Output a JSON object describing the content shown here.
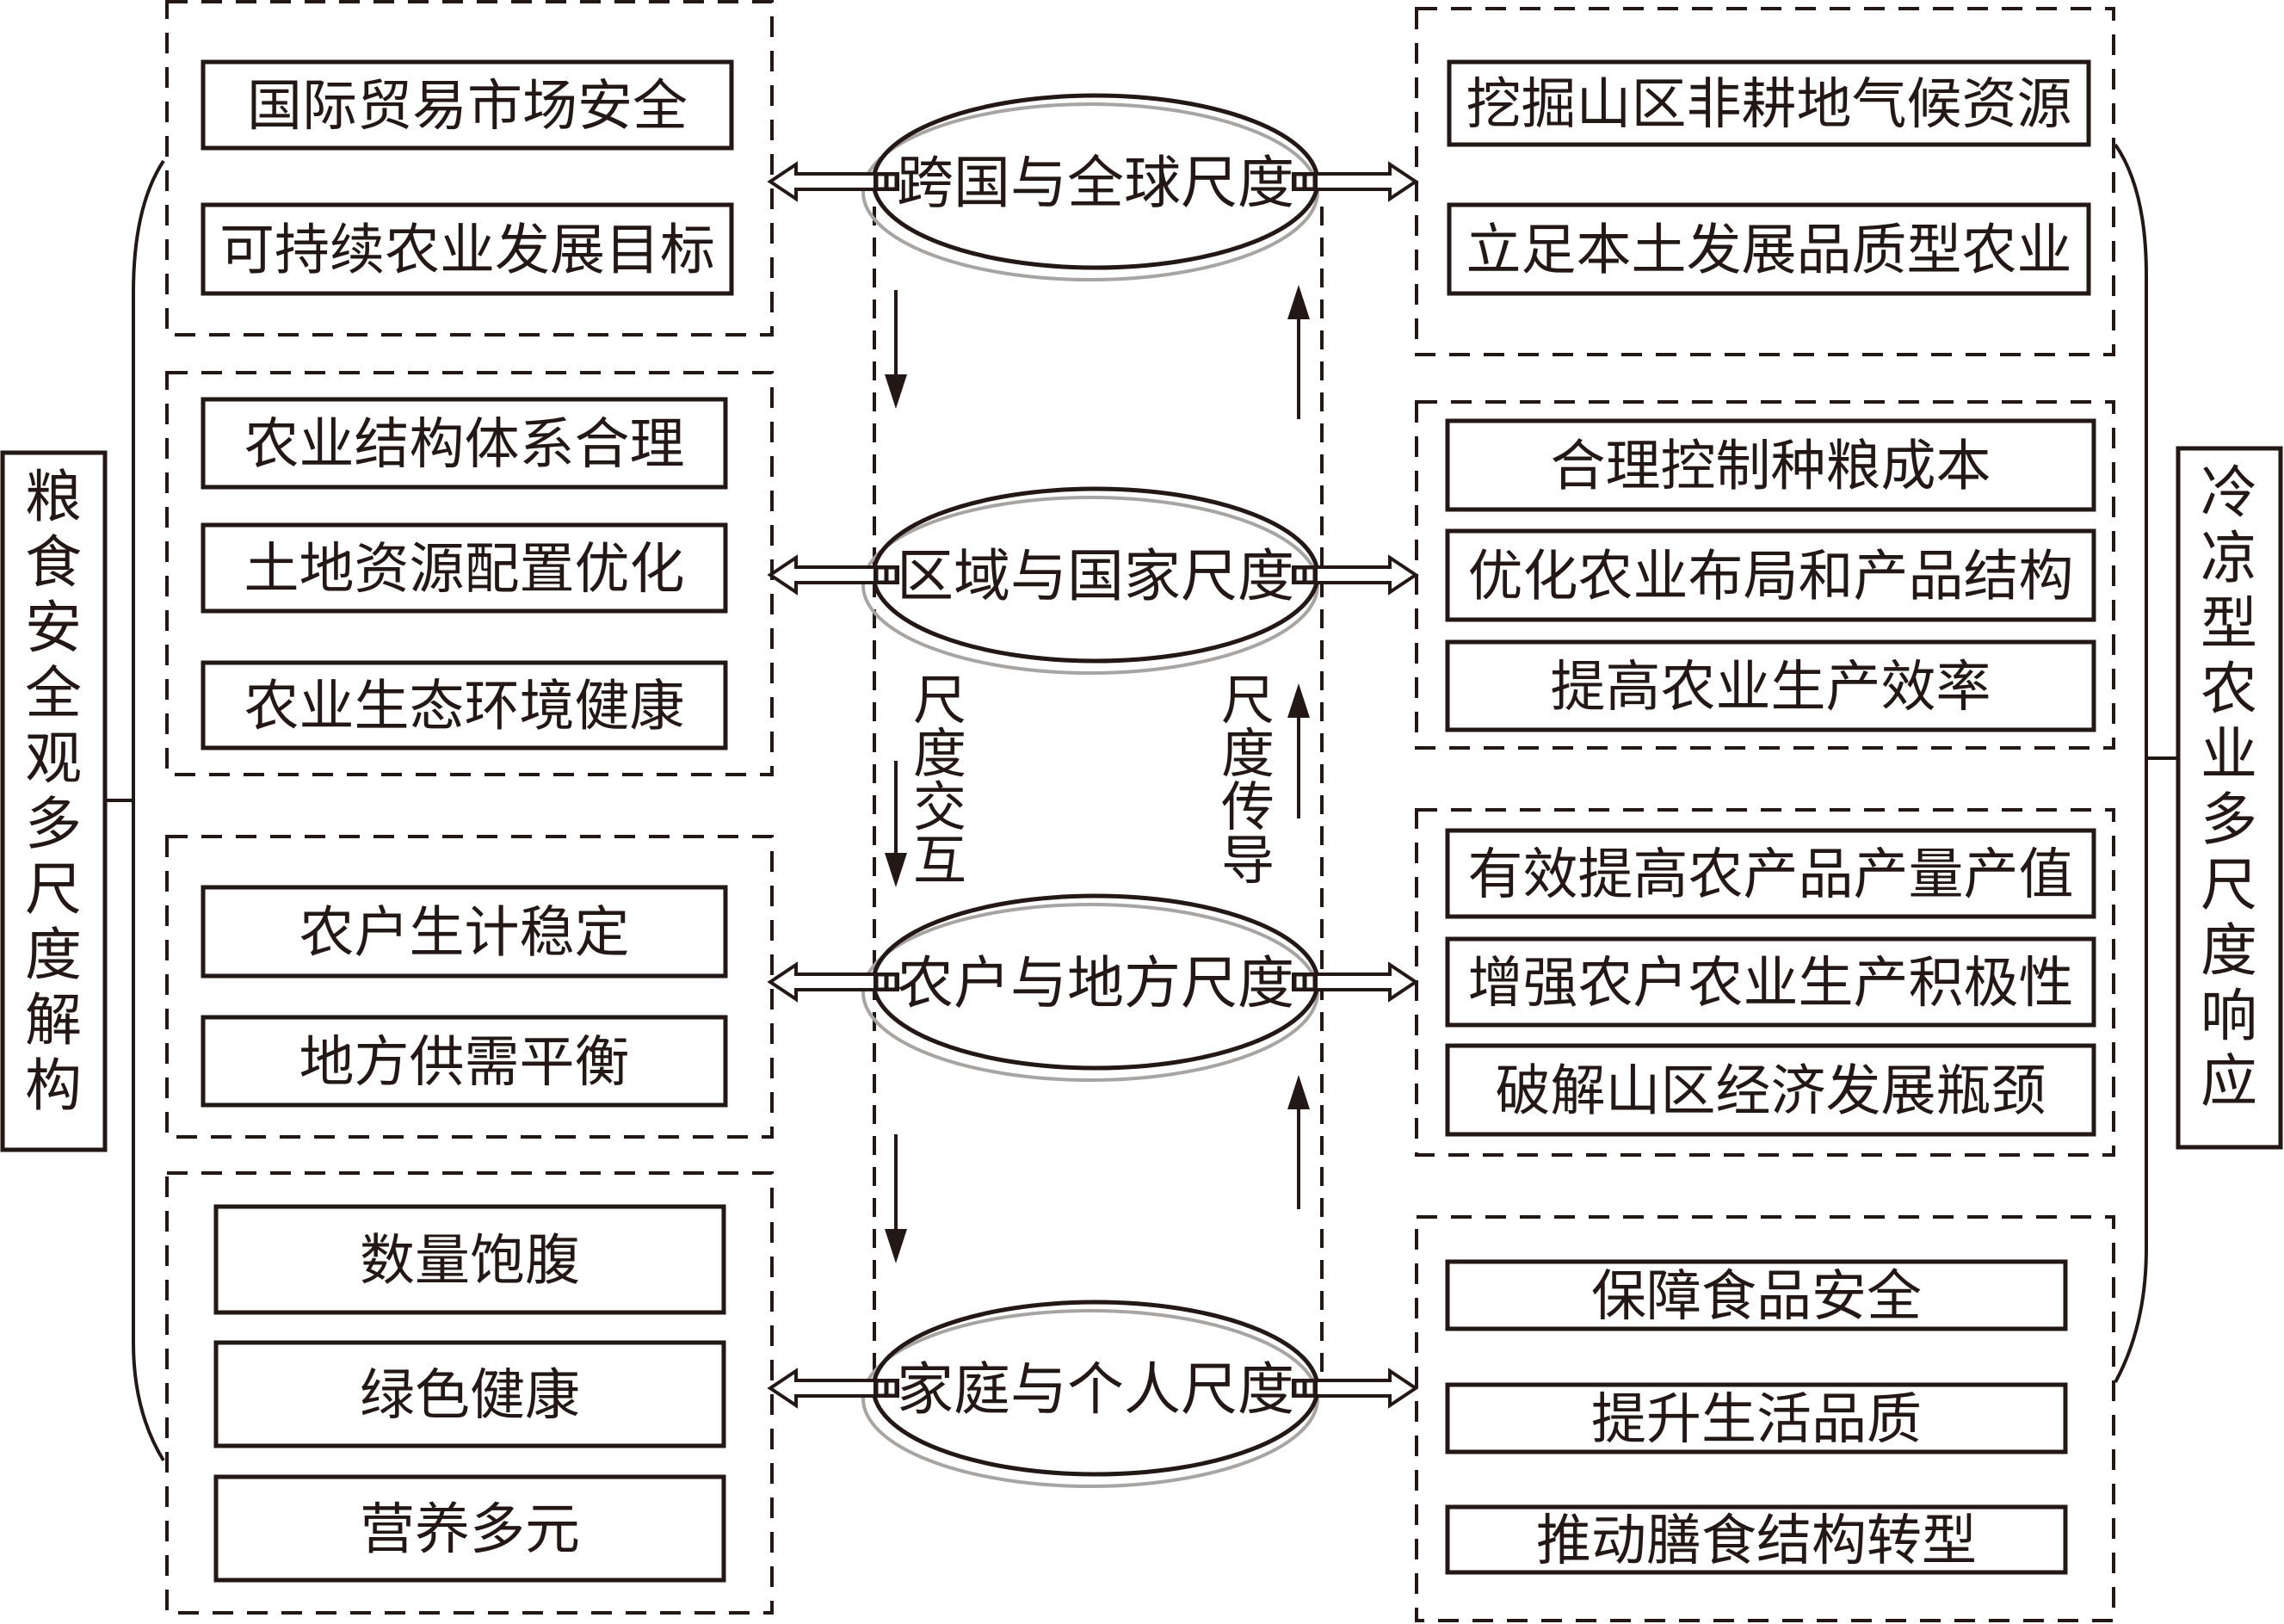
{
  "left_title": "粮食安全观多尺度解构",
  "right_title": "冷凉型农业多尺度响应",
  "scales": [
    {
      "label": "跨国与全球尺度"
    },
    {
      "label": "区域与国家尺度"
    },
    {
      "label": "农户与地方尺度"
    },
    {
      "label": "家庭与个人尺度"
    }
  ],
  "flows": {
    "down_label": "尺度交互",
    "up_label": "尺度传导"
  },
  "left_groups": [
    {
      "items": [
        "国际贸易市场安全",
        "可持续农业发展目标"
      ]
    },
    {
      "items": [
        "农业结构体系合理",
        "土地资源配置优化",
        "农业生态环境健康"
      ]
    },
    {
      "items": [
        "农户生计稳定",
        "地方供需平衡"
      ]
    },
    {
      "items": [
        "数量饱腹",
        "绿色健康",
        "营养多元"
      ]
    }
  ],
  "right_groups": [
    {
      "items": [
        "挖掘山区非耕地气候资源",
        "立足本土发展品质型农业"
      ]
    },
    {
      "items": [
        "合理控制种粮成本",
        "优化农业布局和产品结构",
        "提高农业生产效率"
      ]
    },
    {
      "items": [
        "有效提高农产品产量产值",
        "增强农户农业生产积极性",
        "破解山区经济发展瓶颈"
      ]
    },
    {
      "items": [
        "保障食品安全",
        "提升生活品质",
        "推动膳食结构转型"
      ]
    }
  ],
  "colors": {
    "ink": "#231815",
    "ellipse_shadow": "#a8a4a2",
    "background": "#ffffff"
  }
}
